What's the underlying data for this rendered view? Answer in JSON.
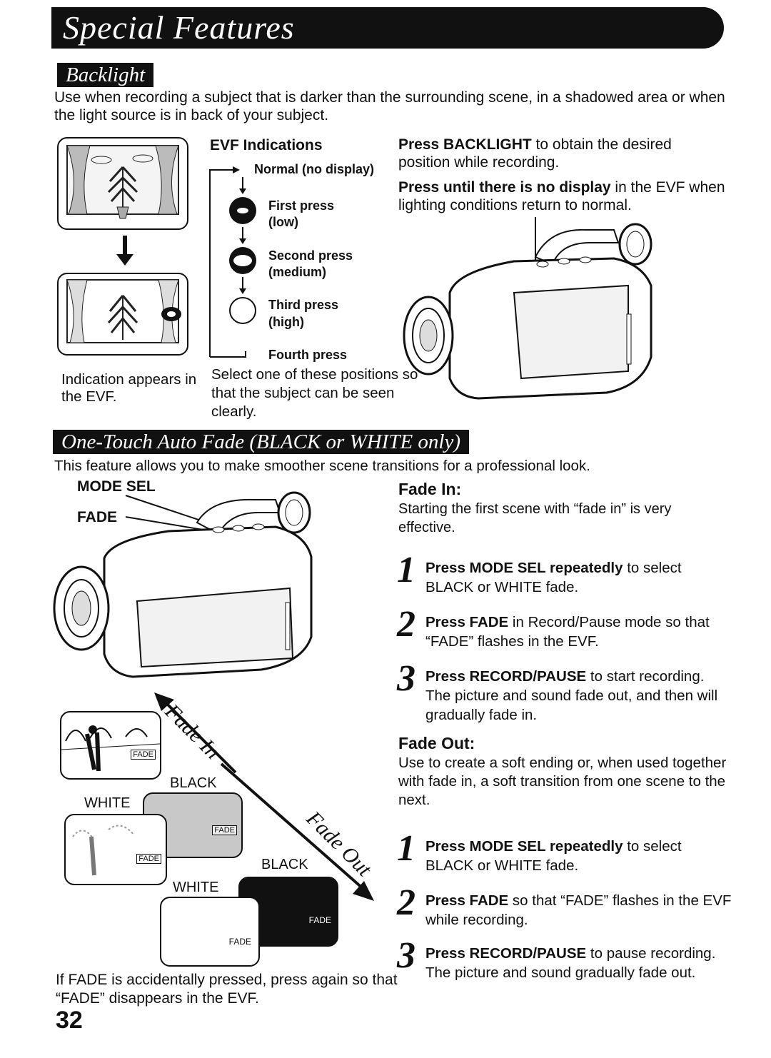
{
  "header": {
    "title": "Special Features"
  },
  "backlight": {
    "tab": "Backlight",
    "intro": "Use when recording a subject that is darker than the surrounding scene, in a shadowed area or when the light source is in back of your subject.",
    "evf_title": "EVF Indications",
    "normal": "Normal (no display)",
    "first": "First press",
    "first_level": "(low)",
    "second": "Second press",
    "second_level": "(medium)",
    "third": "Third press",
    "third_level": "(high)",
    "fourth": "Fourth press",
    "indication_caption": "Indication appears in the EVF.",
    "select_text": "Select one of these positions so that the subject can be seen clearly.",
    "press_bold": "Press BACKLIGHT",
    "press_rest": " to obtain the desired position while recording.",
    "until_bold": "Press until there is no display",
    "until_rest": " in the EVF when lighting conditions return to normal."
  },
  "fade": {
    "tab": "One-Touch Auto Fade (BLACK or WHITE only)",
    "intro": "This feature allows you to make smoother scene transitions for a professional look.",
    "mode_sel_label": "MODE SEL",
    "fade_label": "FADE",
    "fade_in_arrow": "Fade In",
    "fade_out_arrow": "Fade Out",
    "black1": "BLACK",
    "white1": "WHITE",
    "black2": "BLACK",
    "white2": "WHITE",
    "thumb_fade": "FADE",
    "accidental": "If FADE is accidentally pressed, press again so that “FADE” disappears in the EVF.",
    "fade_in_heading": "Fade In:",
    "fade_in_intro": "Starting the first scene with “fade in” is very effective.",
    "fade_in_steps": [
      {
        "num": "1",
        "bold": "Press MODE SEL repeatedly",
        "rest": " to select BLACK or WHITE fade."
      },
      {
        "num": "2",
        "bold": "Press FADE",
        "rest": " in Record/Pause mode so that “FADE” flashes in the EVF."
      },
      {
        "num": "3",
        "bold": "Press RECORD/PAUSE",
        "rest": " to start recording. The picture and sound fade out, and then will gradually fade in."
      }
    ],
    "fade_out_heading": "Fade Out:",
    "fade_out_intro": "Use to create a soft ending or, when used together with fade in, a soft transition from one scene to the next.",
    "fade_out_steps": [
      {
        "num": "1",
        "bold": "Press MODE SEL repeatedly",
        "rest": " to select BLACK or WHITE fade."
      },
      {
        "num": "2",
        "bold": "Press FADE",
        "rest": " so that “FADE” flashes in the EVF while recording."
      },
      {
        "num": "3",
        "bold": "Press RECORD/PAUSE",
        "rest": " to pause recording. The picture and sound gradually fade out."
      }
    ]
  },
  "footer": {
    "page_number": "32"
  }
}
